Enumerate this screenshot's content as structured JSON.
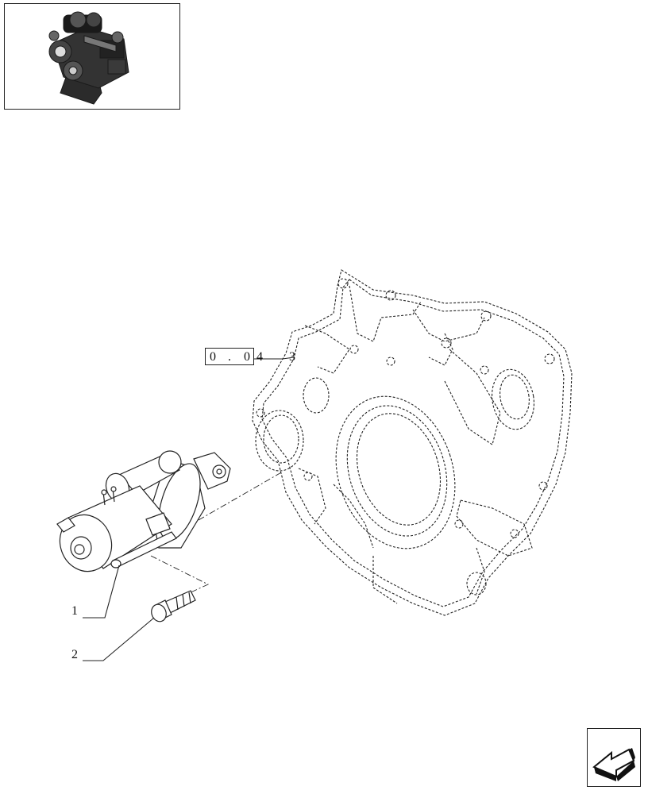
{
  "thumbnail": {
    "icon": "engine-thumbnail-icon"
  },
  "reference_box": {
    "char1": "0",
    "char2": ".",
    "char3": "0"
  },
  "callouts": {
    "starter_motor": "1",
    "bolt": "2",
    "housing_ref_tail": "4",
    "housing": "3"
  },
  "nav": {
    "icon": "previous-page-arrow-icon"
  }
}
